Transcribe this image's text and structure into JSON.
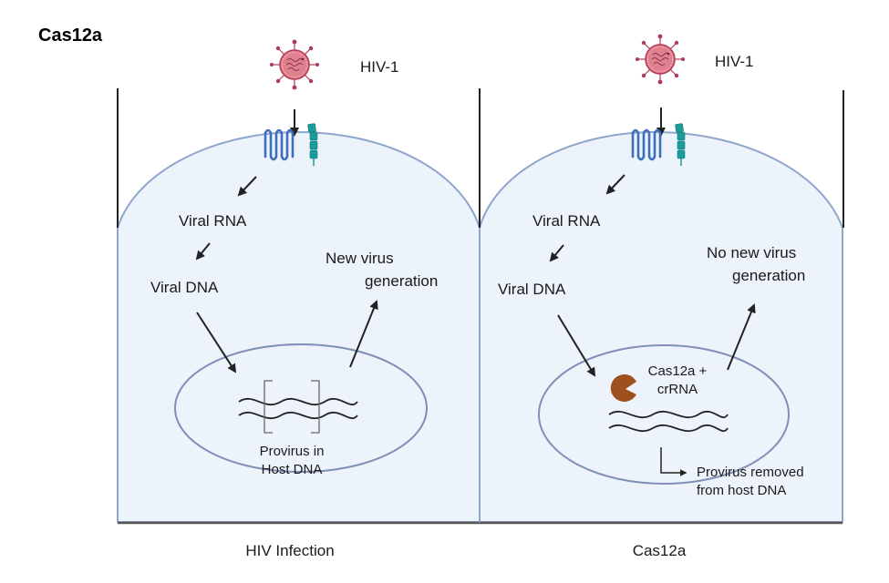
{
  "title": "Cas12a",
  "colors": {
    "cell_fill": "#edf3fb",
    "cell_stroke": "#8fa5cc",
    "nucleus_stroke": "#7f8fb5",
    "virus": "#e07f8d",
    "virus_dark": "#b03a55",
    "receptor_blue": "#3f6fba",
    "receptor_teal": "#1a9c9a",
    "cas12a": "#a0501d",
    "arrow": "#222222"
  },
  "panels": [
    {
      "id": "hiv-infection",
      "virus_label": "HIV-1",
      "step1": "Viral RNA",
      "step2": "Viral DNA",
      "outcome_line1": "New virus",
      "outcome_line2": "generation",
      "nucleus_label_line1": "Provirus in",
      "nucleus_label_line2": "Host DNA",
      "caption": "HIV Infection"
    },
    {
      "id": "cas12a",
      "virus_label": "HIV-1",
      "step1": "Viral RNA",
      "step2": "Viral DNA",
      "outcome_line1": "No new virus",
      "outcome_line2": "generation",
      "enzyme_label_line1": "Cas12a +",
      "enzyme_label_line2": "crRNA",
      "removed_label_line1": "Provirus removed",
      "removed_label_line2": "from host DNA",
      "caption": "Cas12a"
    }
  ]
}
